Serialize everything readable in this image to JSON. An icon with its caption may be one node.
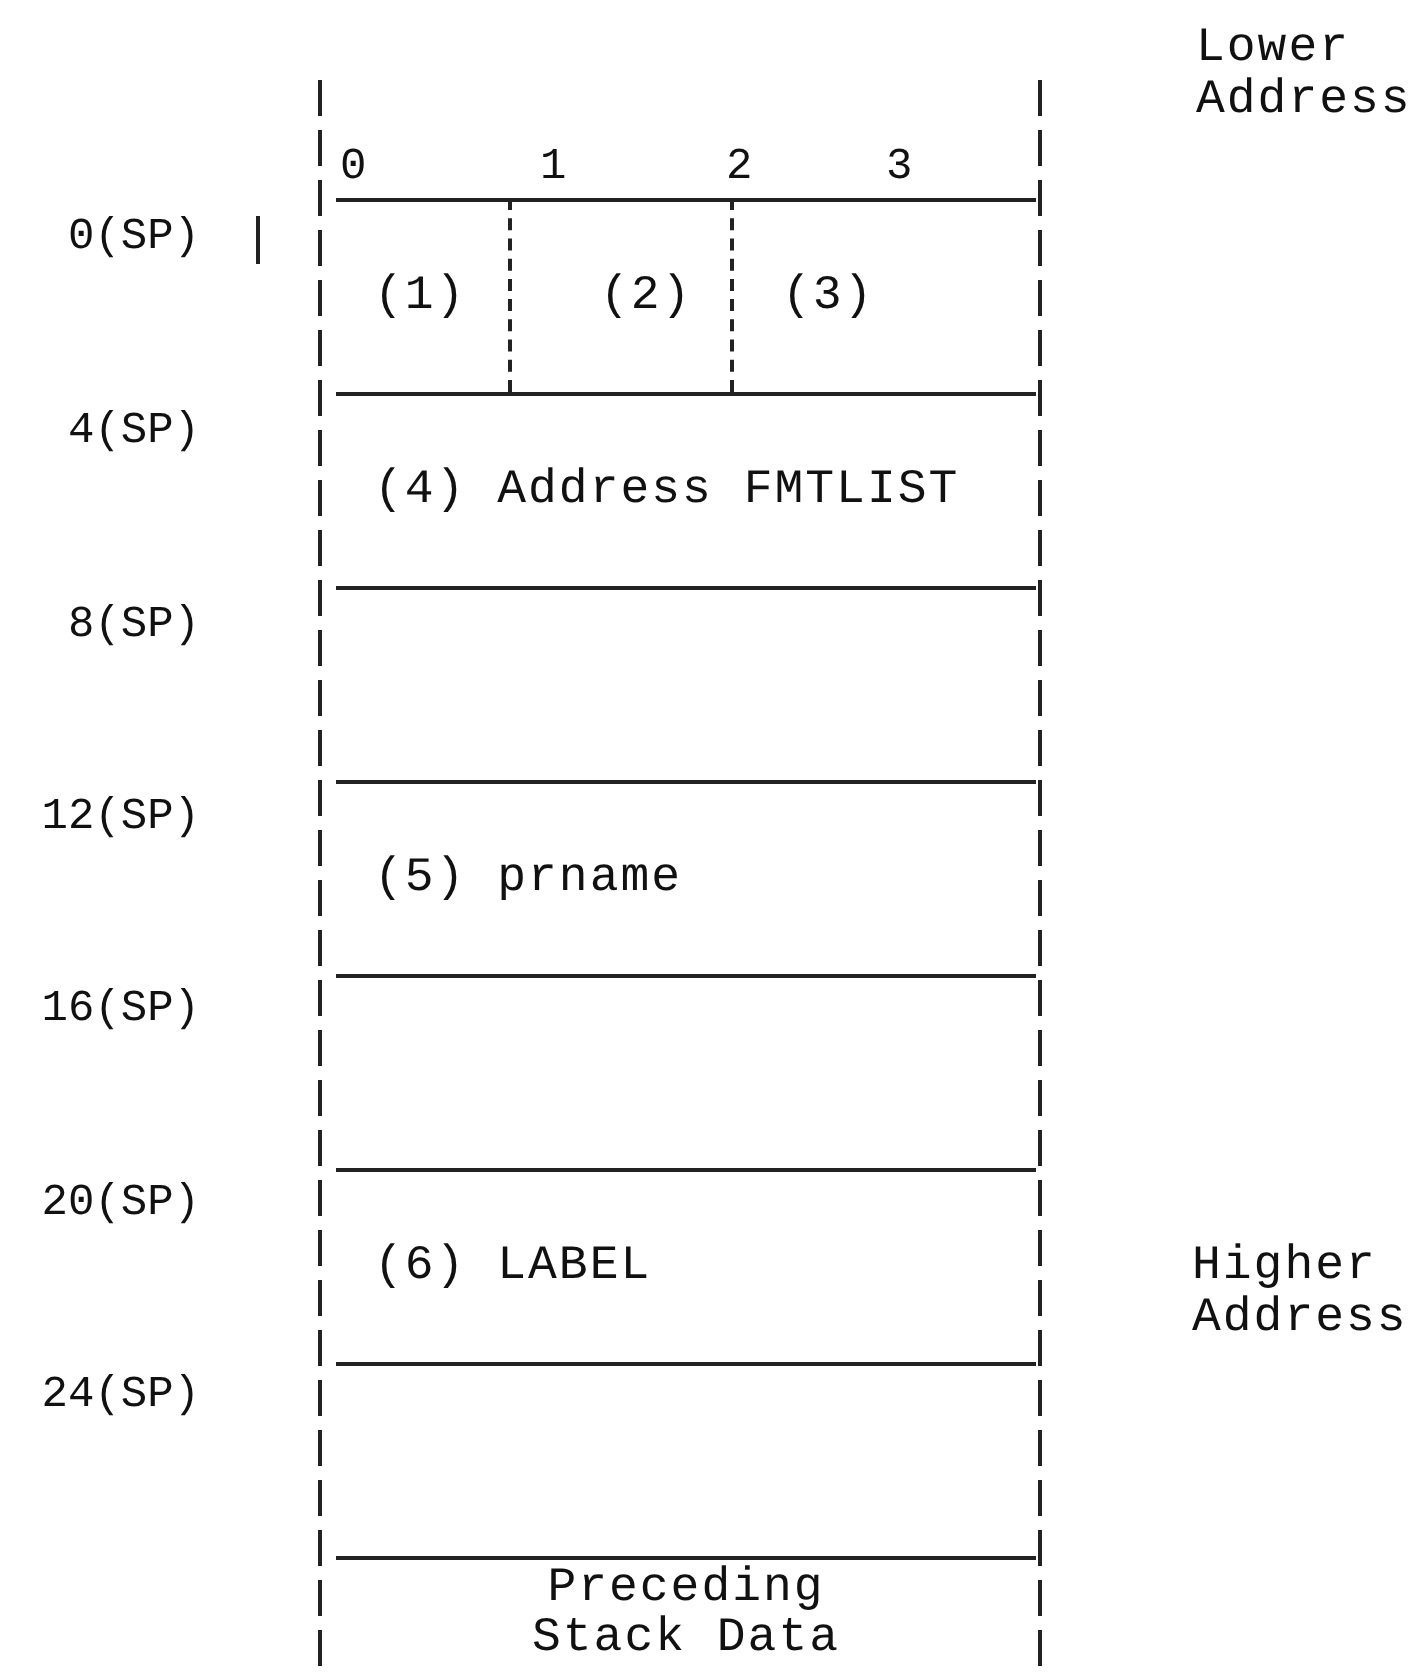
{
  "diagram": {
    "nodes": [
      {
        "text": [
          "(1)"
        ]
      },
      {
        "text": [
          "(2)"
        ]
      },
      {
        "text": [
          "(3)"
        ]
      },
      {
        "text": [
          "(4) Address FMTLIST"
        ]
      },
      {
        "text": [],
        "shape": "box"
      },
      {
        "text": [
          "(5) prname"
        ]
      },
      {
        "text": [],
        "shape": "box"
      },
      {
        "text": [
          "(6) LABEL"
        ]
      },
      {
        "text": [],
        "shape": "box"
      },
      {
        "text": [
          "Preceding Stack Data"
        ]
      }
    ],
    "labels": [
      "Lower Address",
      "0",
      "1",
      "2",
      "3",
      "0(SP)",
      "4(SP)",
      "8(SP)",
      "12(SP)",
      "16(SP)",
      "20(SP)",
      "Higher Address",
      "24(SP)"
    ]
  }
}
